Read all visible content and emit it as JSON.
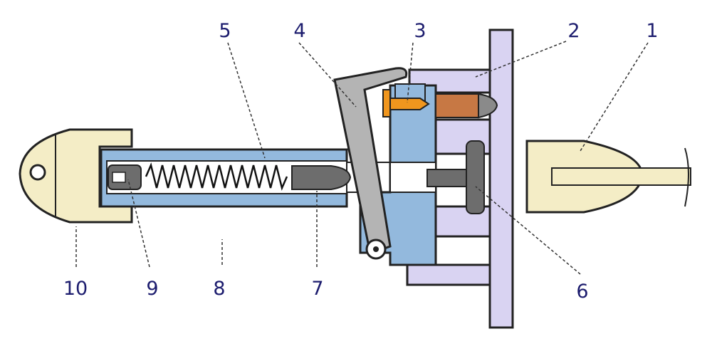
{
  "colors": {
    "background": "#ffffff",
    "outline": "#222222",
    "housing_lavender": "#d9d3f2",
    "tube_blue": "#93b9dd",
    "cream": "#f4edc6",
    "lever_gray": "#b4b4b4",
    "part_gray": "#6d6d6d",
    "bolt_orange": "#f0961e",
    "bullet_brown": "#c77844",
    "label_navy": "#1c1c6e"
  },
  "labels": [
    "1",
    "2",
    "3",
    "4",
    "5",
    "6",
    "7",
    "8",
    "9",
    "10"
  ]
}
